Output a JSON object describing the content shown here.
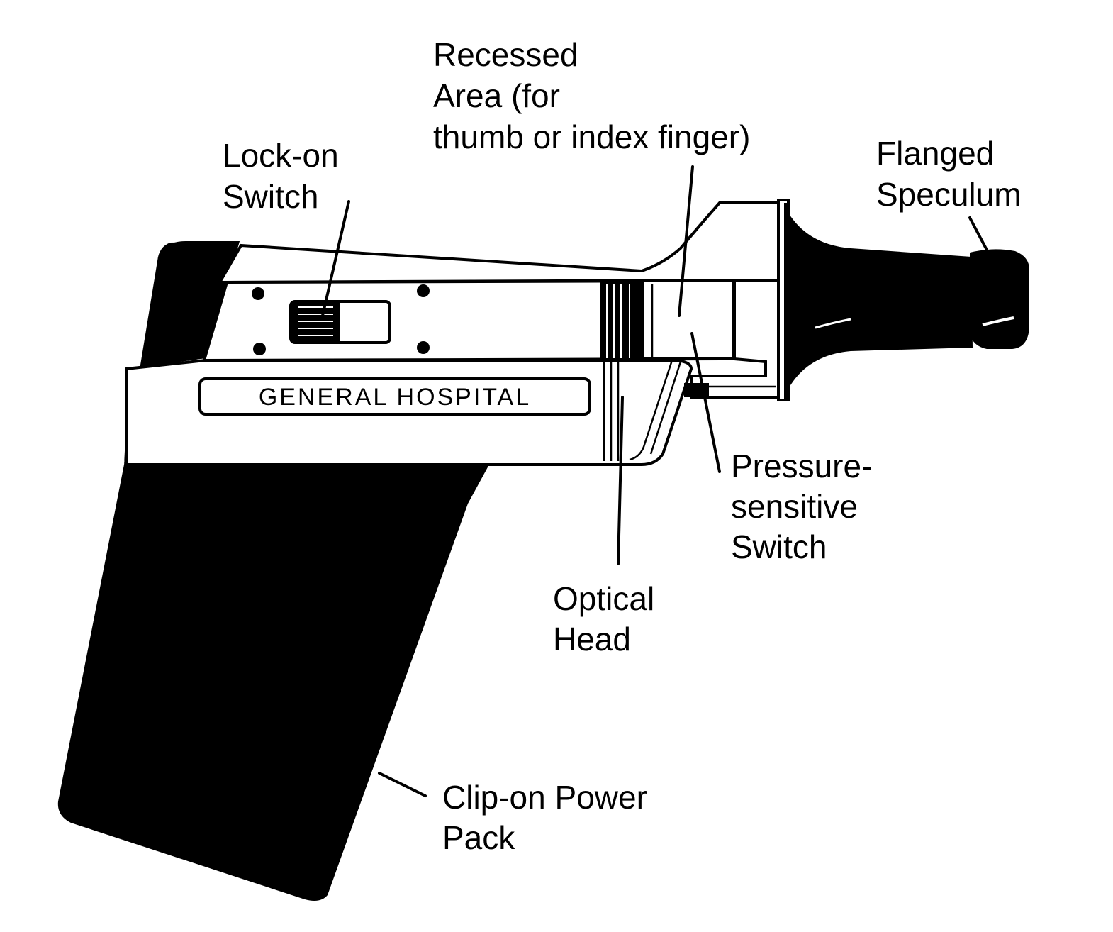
{
  "device": {
    "nameplate": "GENERAL HOSPITAL"
  },
  "labels": {
    "recessed_area": [
      "Recessed",
      "Area (for",
      "thumb or index finger)"
    ],
    "lock_on_switch": [
      "Lock-on",
      "Switch"
    ],
    "flanged_speculum": [
      "Flanged",
      "Speculum"
    ],
    "pressure_switch": [
      "Pressure-",
      "sensitive",
      "Switch"
    ],
    "optical_head": [
      "Optical",
      "Head"
    ],
    "power_pack": [
      "Clip-on Power",
      "Pack"
    ]
  },
  "colors": {
    "ink": "#000000",
    "paper": "#ffffff"
  }
}
